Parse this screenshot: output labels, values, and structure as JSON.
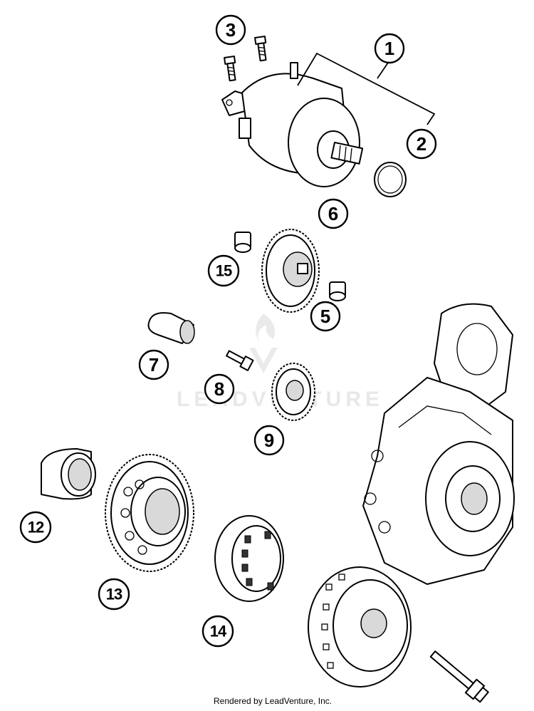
{
  "diagram": {
    "callouts": [
      "1",
      "2",
      "3",
      "5",
      "6",
      "7",
      "8",
      "9",
      "12",
      "13",
      "14",
      "15"
    ],
    "watermark": "LEADVENTURE",
    "footer": "Rendered by LeadVenture, Inc."
  }
}
